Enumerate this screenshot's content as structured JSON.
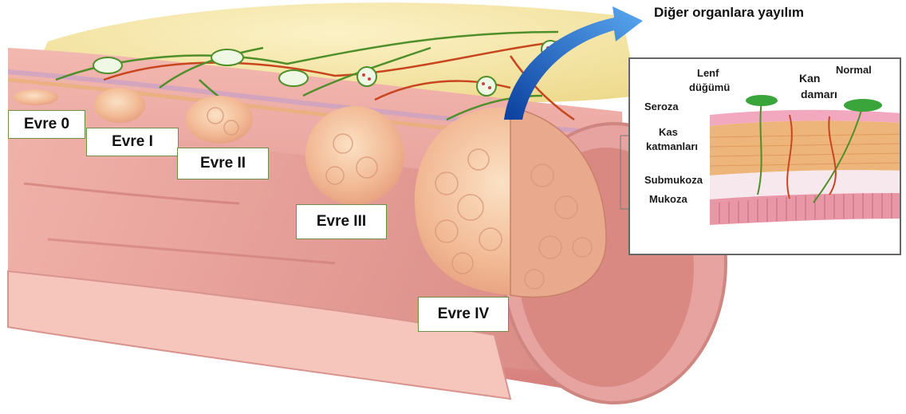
{
  "spread_caption": "Diğer organlara yayılım",
  "stages": [
    {
      "label": "Evre 0"
    },
    {
      "label": "Evre I"
    },
    {
      "label": "Evre II"
    },
    {
      "label": "Evre III"
    },
    {
      "label": "Evre IV"
    }
  ],
  "inset": {
    "normal": "Normal",
    "lymph_node_1": "Lenf",
    "lymph_node_2": "düğümü",
    "blood_vessel_1": "Kan",
    "blood_vessel_2": "damarı",
    "serosa": "Seroza",
    "muscle_1": "Kas",
    "muscle_2": "katmanları",
    "submucosa": "Submukoza",
    "mucosa": "Mukoza"
  },
  "colors": {
    "stage_border": "#6d8f4a",
    "arrow": "#1f6fd0",
    "lymph_vessel": "#4f8f2a",
    "blood_vessel": "#c8461e",
    "fat": "#f3e39a",
    "colon_wall": "#e9a4a0",
    "tumor": "#f3b89a"
  }
}
